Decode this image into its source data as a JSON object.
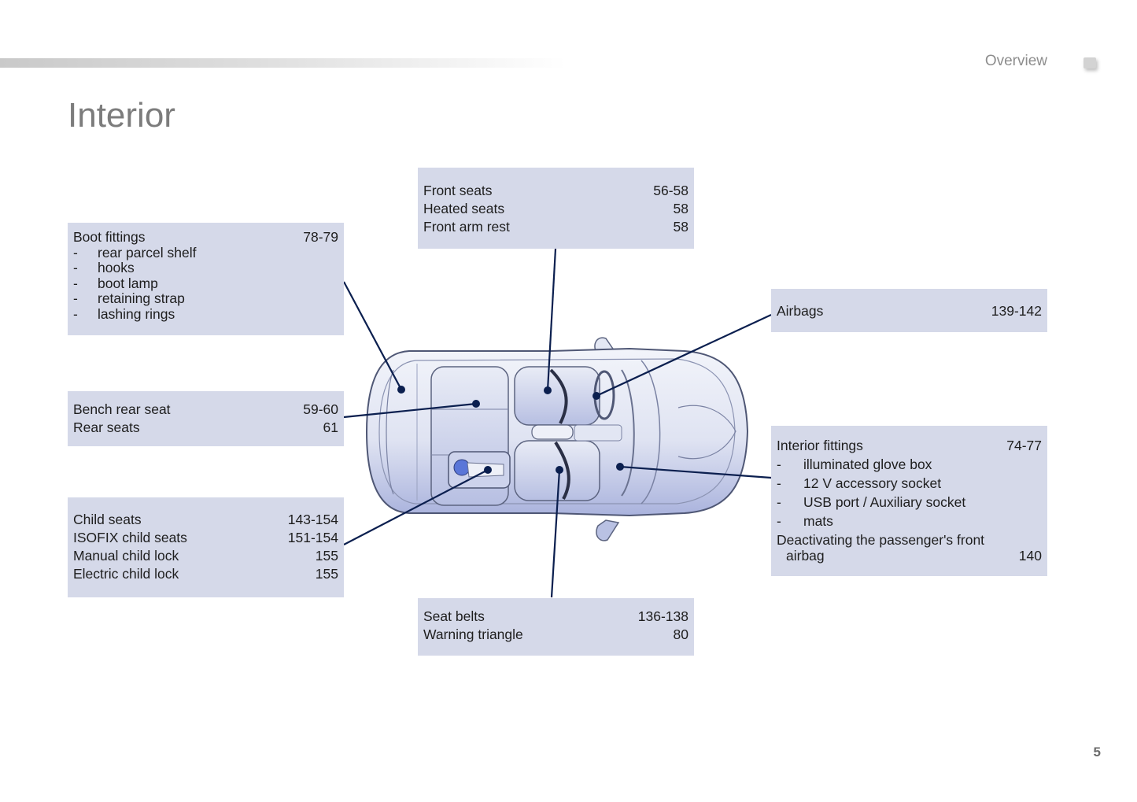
{
  "header": {
    "section": "Overview",
    "title": "Interior",
    "page_number": "5"
  },
  "boxes": {
    "boot": {
      "title": "Boot fittings",
      "page": "78-79",
      "items": [
        "rear parcel shelf",
        "hooks",
        "boot lamp",
        "retaining strap",
        "lashing rings"
      ]
    },
    "rear": {
      "rows": [
        {
          "label": "Bench rear seat",
          "page": "59-60"
        },
        {
          "label": "Rear seats",
          "page": "61"
        }
      ]
    },
    "child": {
      "rows": [
        {
          "label": "Child seats",
          "page": "143-154"
        },
        {
          "label": "ISOFIX child seats",
          "page": "151-154"
        },
        {
          "label": "Manual child lock",
          "page": "155"
        },
        {
          "label": "Electric child lock",
          "page": "155"
        }
      ]
    },
    "front": {
      "rows": [
        {
          "label": "Front seats",
          "page": "56-58"
        },
        {
          "label": "Heated seats",
          "page": "58"
        },
        {
          "label": "Front arm rest",
          "page": "58"
        }
      ]
    },
    "airbags": {
      "rows": [
        {
          "label": "Airbags",
          "page": "139-142"
        }
      ]
    },
    "interior": {
      "title": "Interior fittings",
      "page": "74-77",
      "items": [
        "illuminated glove box",
        "12 V accessory socket",
        "USB port / Auxiliary socket",
        "mats"
      ],
      "extra_line1": "Deactivating the passenger's front",
      "extra_line2": "airbag",
      "extra_page": "140"
    },
    "belts": {
      "rows": [
        {
          "label": "Seat belts",
          "page": "136-138"
        },
        {
          "label": "Warning triangle",
          "page": "80"
        }
      ]
    }
  },
  "dash": "-",
  "colors": {
    "box_fill": "#d5d9e9",
    "leader_line": "#0b1f4f",
    "title_gray": "#7c7c7c"
  }
}
